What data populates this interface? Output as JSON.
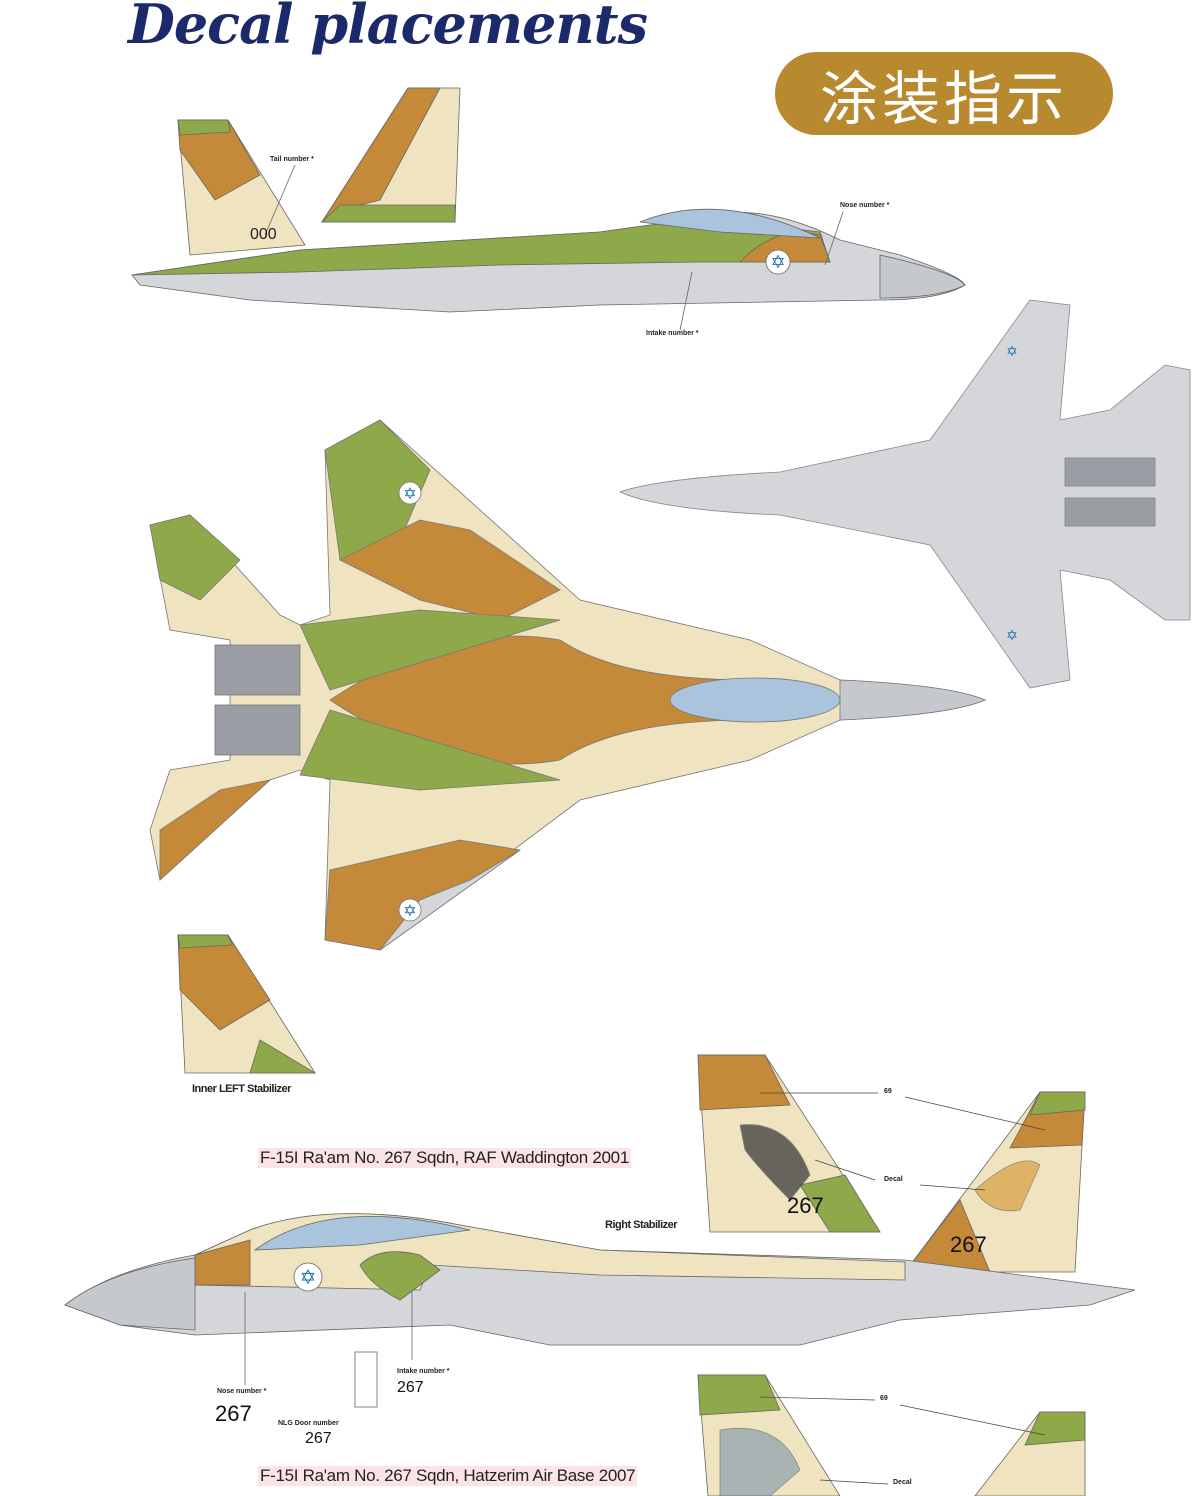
{
  "header": {
    "title": "Decal placements",
    "badge": "涂装指示"
  },
  "aircraft1": {
    "labels": {
      "tail_number": "Tail number *",
      "nose_number": "Nose number *",
      "intake_number": "Intake number *"
    },
    "tail_digits": "000"
  },
  "stabilizer_label": "Inner LEFT Stabilizer",
  "scheme1": {
    "caption": "F-15I Ra'am No. 267 Sqdn, RAF Waddington 2001",
    "tail_number": "267",
    "label_69": "69",
    "label_decal": "Decal",
    "right_stabilizer": "Right Stabilizer",
    "nose_number_label": "Nose number *",
    "nose_number": "267",
    "nlg_door_label": "NLG Door number",
    "nlg_door_number": "267",
    "intake_number_label": "Intake number *",
    "intake_number": "267"
  },
  "scheme2": {
    "caption": "F-15I Ra'am No. 267 Sqdn, Hatzerim Air Base 2007",
    "label_69": "69",
    "label_decal": "Decal"
  },
  "colors": {
    "green": "#8fa84a",
    "tan": "#c48a3a",
    "cream": "#f0e3c0",
    "grey": "#d4d6da",
    "canopy": "#a9c4dc",
    "roundel": "#1f6fa8",
    "badge": "#b8892e",
    "title": "#1c2a6b"
  }
}
